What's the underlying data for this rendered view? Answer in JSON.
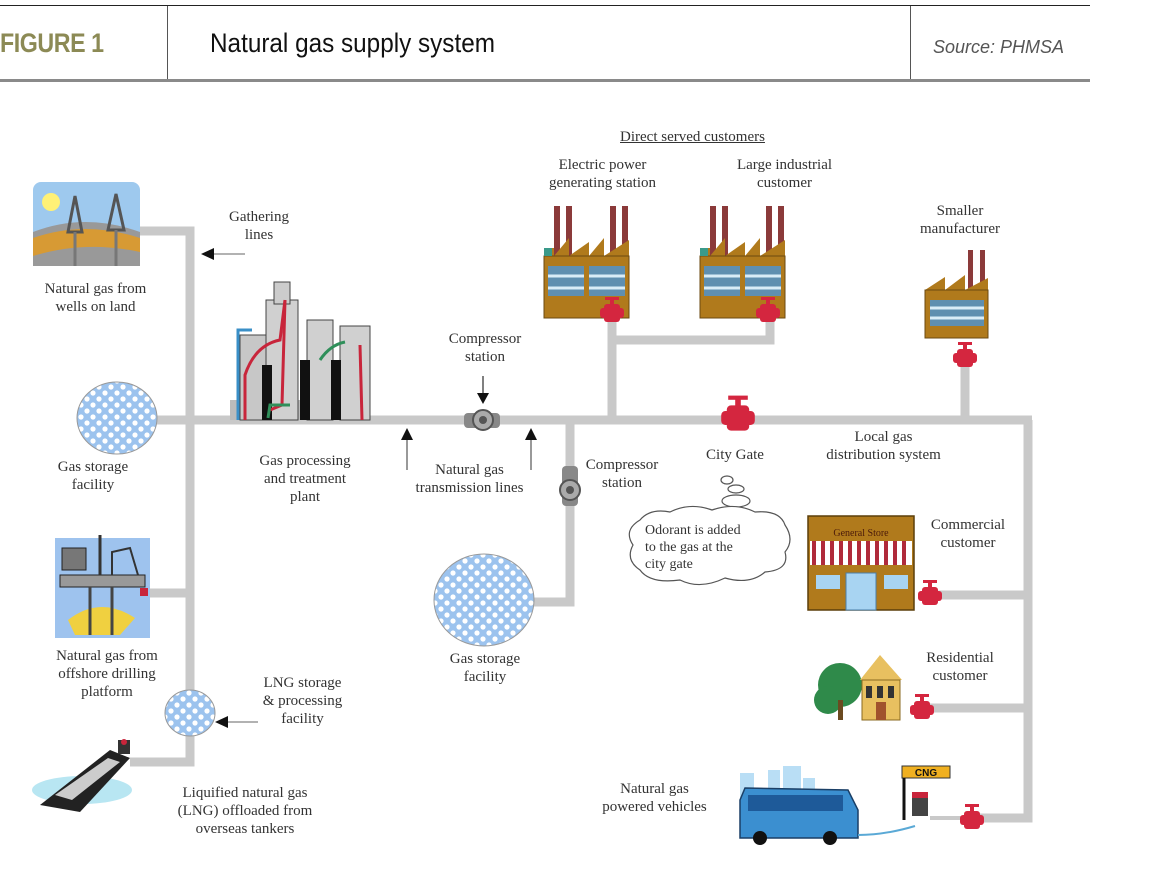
{
  "header": {
    "figure_label": "FIGURE 1",
    "title": "Natural gas supply system",
    "source": "Source: PHMSA"
  },
  "colors": {
    "figure_label": "#8c8a55",
    "pipe": "#c9c9c9",
    "valve": "#d4263f",
    "storage": "#9cc3ee",
    "factory": "#b07a1c",
    "chimney": "#8b3a3a"
  },
  "labels": {
    "wells_on_land": "Natural gas from\nwells on land",
    "gathering_lines": "Gathering\nlines",
    "gas_storage_left": "Gas storage\nfacility",
    "processing_plant": "Gas processing\nand treatment\nplant",
    "compressor_top": "Compressor\nstation",
    "transmission_lines": "Natural gas\ntransmission lines",
    "compressor_side": "Compressor\nstation",
    "direct_served": "Direct served customers",
    "electric_power": "Electric power\ngenerating station",
    "large_industrial": "Large industrial\ncustomer",
    "smaller_manufacturer": "Smaller\nmanufacturer",
    "city_gate": "City Gate",
    "local_distribution": "Local gas\ndistribution system",
    "odorant_note": "Odorant is added\nto the gas at the\ncity gate",
    "commercial": "Commercial\ncustomer",
    "general_store_sign": "General Store",
    "residential": "Residential\ncustomer",
    "offshore": "Natural gas from\noffshore drilling\nplatform",
    "lng_storage": "LNG storage\n& processing\nfacility",
    "gas_storage_center": "Gas storage\nfacility",
    "lng_tankers": "Liquified natural gas\n(LNG) offloaded from\noverseas tankers",
    "vehicles": "Natural gas\npowered vehicles",
    "cng_sign": "CNG"
  }
}
